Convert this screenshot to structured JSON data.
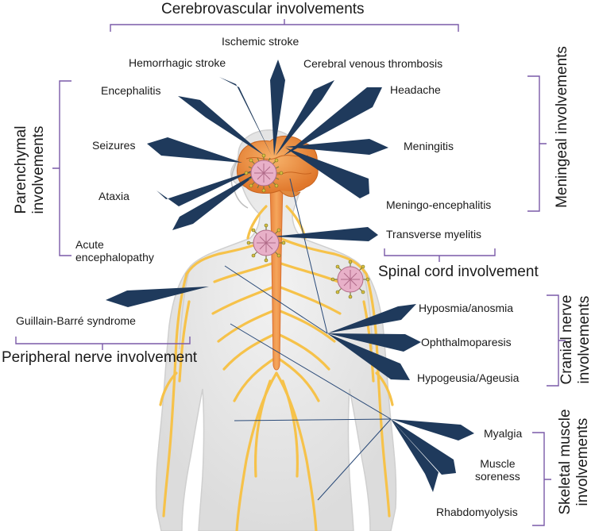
{
  "colors": {
    "arrow": "#1f3a5c",
    "bracket": "#7a5aa8",
    "nerve": "#f6c24a",
    "spine": "#f0954d",
    "brain": "#f2994a",
    "body": "#e6e6e6",
    "virus": "#e8b0c8"
  },
  "categories": {
    "cerebrovascular": "Cerebrovascular involvements",
    "parenchymal_line1": "Parenchymal",
    "parenchymal_line2": "involvements",
    "meningeal": "Meningeal involvements",
    "spinal": "Spinal cord involvement",
    "peripheral": "Peripheral nerve involvement",
    "cranial_line1": "Cranial nerve",
    "cranial_line2": "involvements",
    "skeletal_line1": "Skeletal muscle",
    "skeletal_line2": "involvements"
  },
  "manifestations": {
    "ischemic_stroke": "Ischemic stroke",
    "hemorrhagic_stroke": "Hemorrhagic stroke",
    "cvt": "Cerebral venous thrombosis",
    "encephalitis": "Encephalitis",
    "seizures": "Seizures",
    "ataxia": "Ataxia",
    "acute_enc_line1": "Acute",
    "acute_enc_line2": "encephalopathy",
    "headache": "Headache",
    "meningitis": "Meningitis",
    "meningo_encephalitis": "Meningo-encephalitis",
    "transverse_myelitis": "Transverse myelitis",
    "gbs": "Guillain-Barré syndrome",
    "hyposmia": "Hyposmia/anosmia",
    "ophthalmoparesis": "Ophthalmoparesis",
    "hypogeusia": "Hypogeusia/Ageusia",
    "myalgia": "Myalgia",
    "muscle_soreness_line1": "Muscle",
    "muscle_soreness_line2": "soreness",
    "rhabdomyolysis": "Rhabdomyolysis"
  }
}
